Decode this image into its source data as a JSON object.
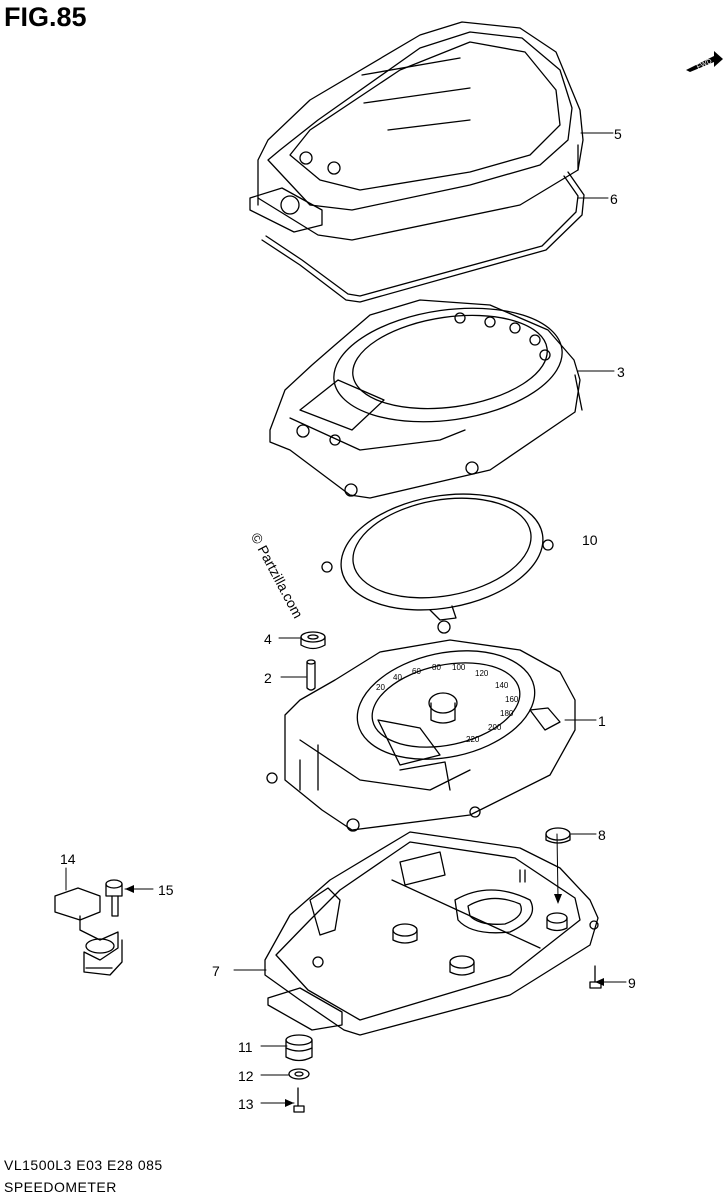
{
  "figure": {
    "title": "FIG.85"
  },
  "footer": {
    "code": "VL1500L3  E03  E28  085",
    "name": "SPEEDOMETER"
  },
  "watermark": {
    "text": "© Partzilla.com"
  },
  "direction": {
    "text": "FWD"
  },
  "callouts": [
    {
      "num": "1"
    },
    {
      "num": "2"
    },
    {
      "num": "3"
    },
    {
      "num": "4"
    },
    {
      "num": "5"
    },
    {
      "num": "6"
    },
    {
      "num": "7"
    },
    {
      "num": "8"
    },
    {
      "num": "9"
    },
    {
      "num": "10"
    },
    {
      "num": "11"
    },
    {
      "num": "12"
    },
    {
      "num": "13"
    },
    {
      "num": "14"
    },
    {
      "num": "15"
    }
  ],
  "gauge": {
    "ticks": [
      "20",
      "40",
      "60",
      "80",
      "100",
      "120",
      "140",
      "160",
      "180",
      "200",
      "220"
    ]
  }
}
